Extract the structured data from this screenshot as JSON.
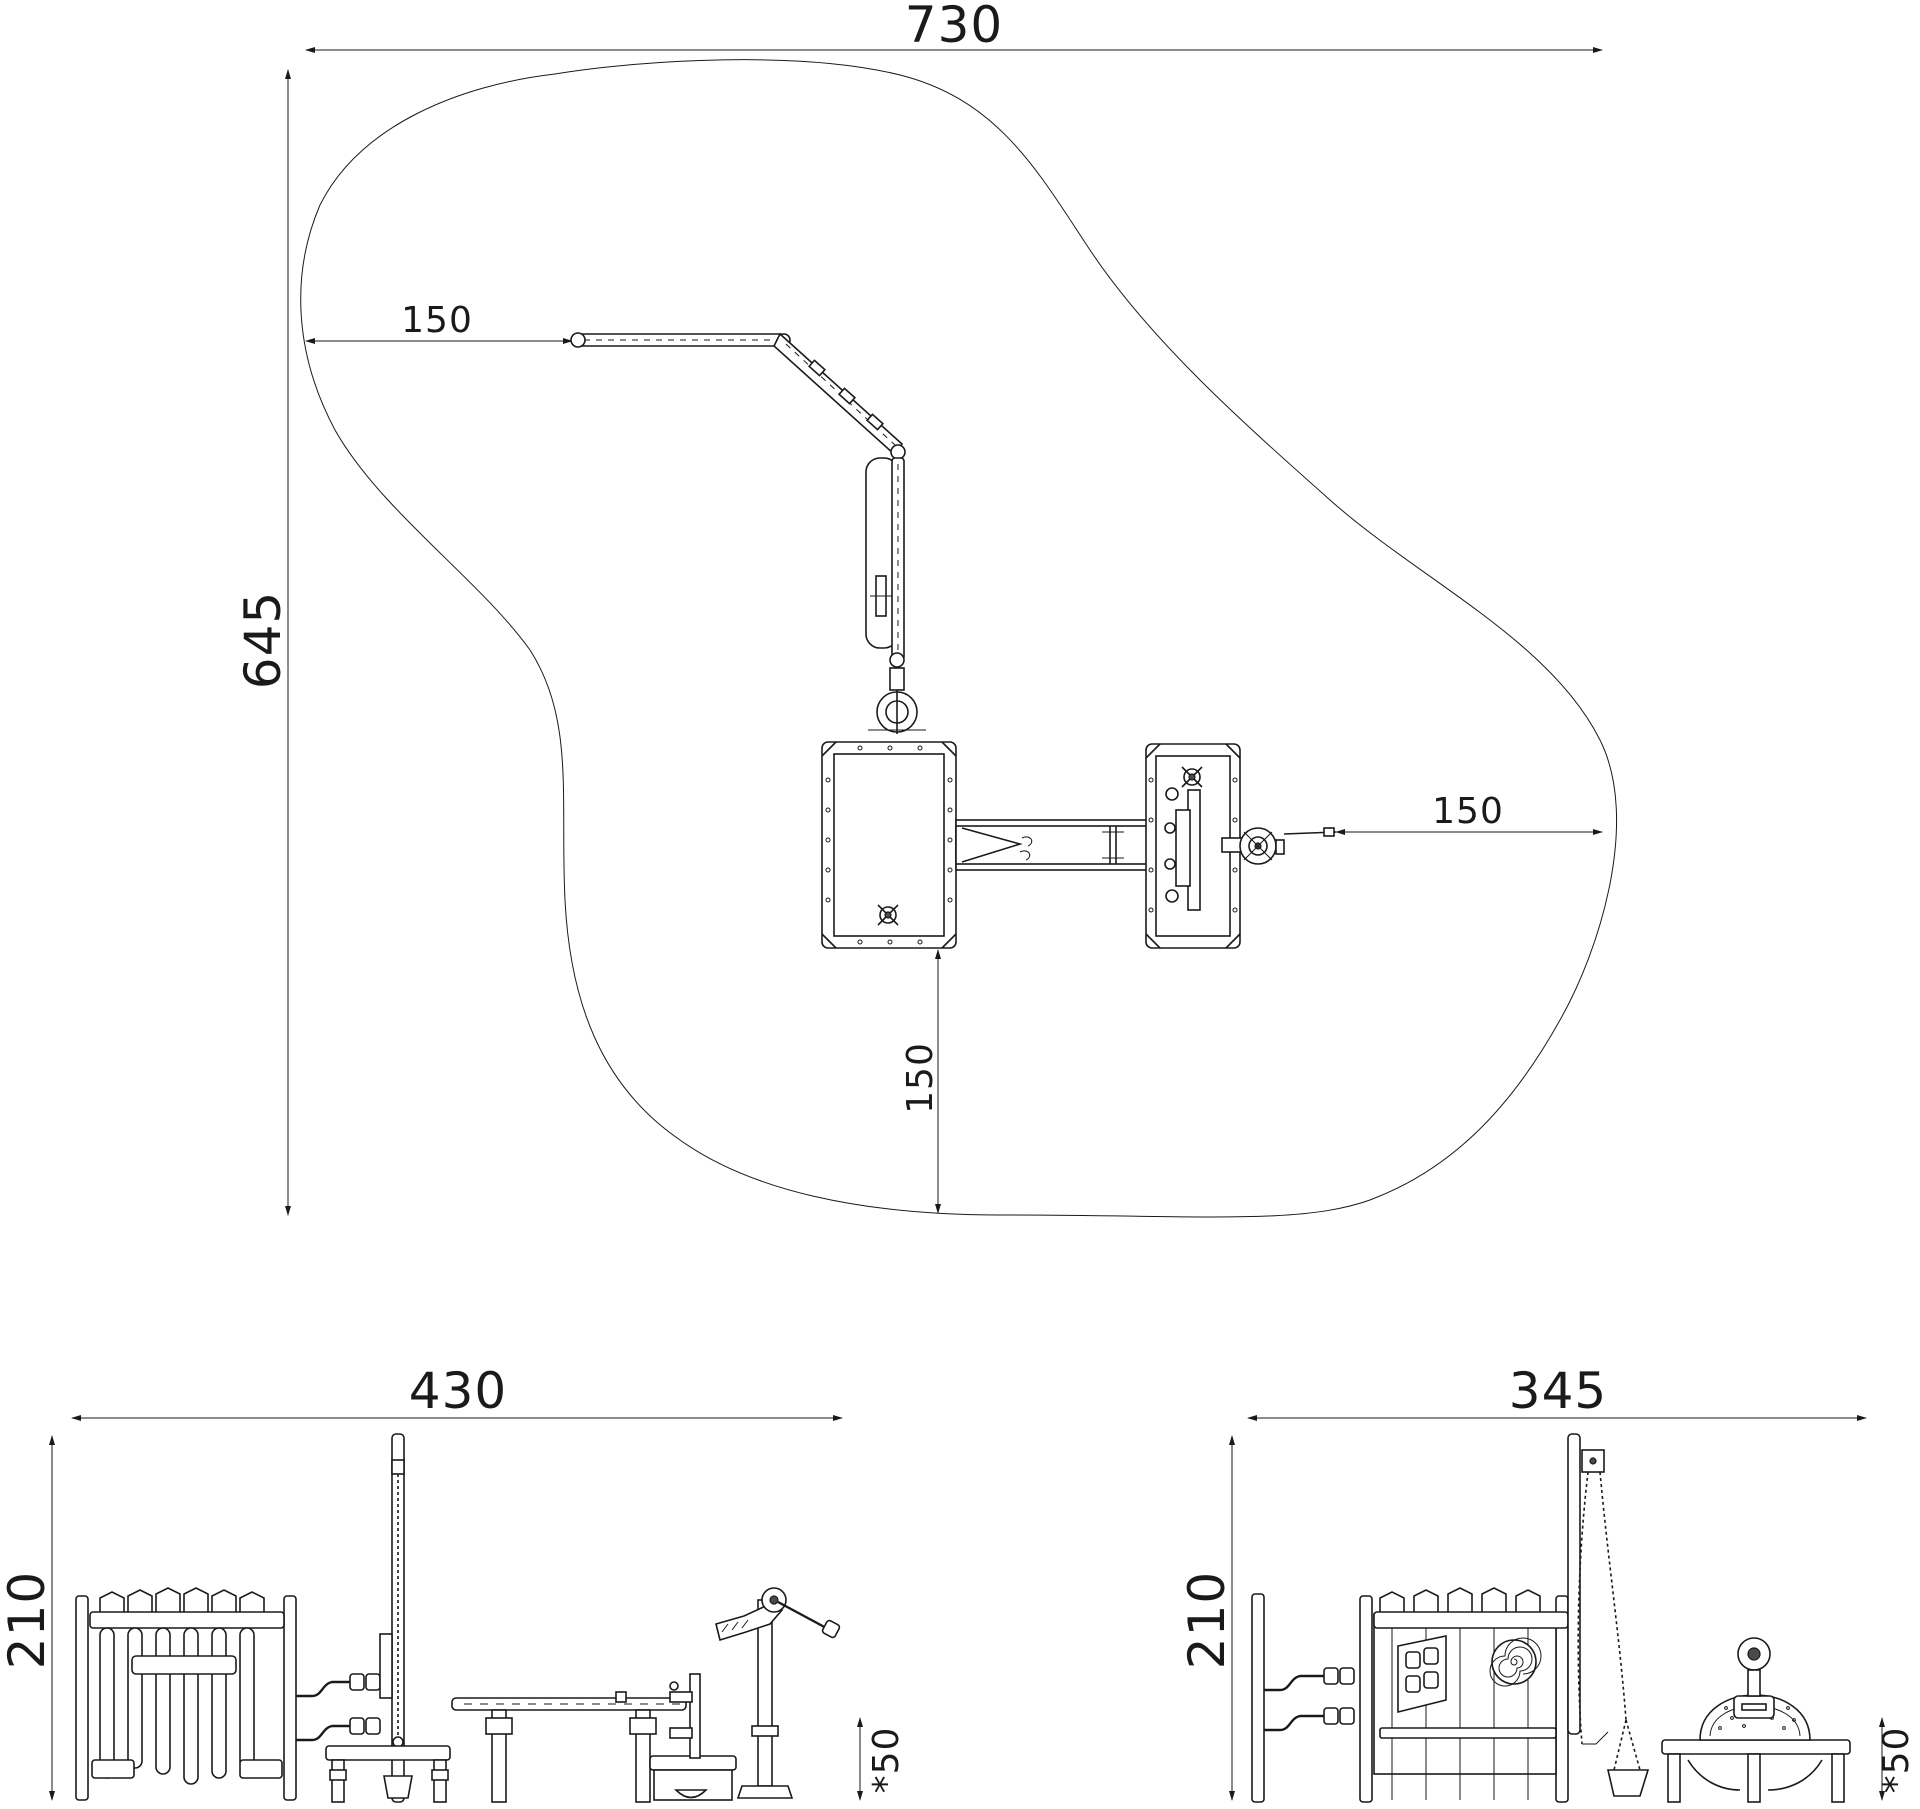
{
  "plan_view": {
    "dim_total_width": "730",
    "dim_total_height": "645",
    "dim_left_clearance": "150",
    "dim_right_clearance": "150",
    "dim_bottom_clearance": "150"
  },
  "front_elevation": {
    "dim_width": "430",
    "dim_height": "210",
    "dim_footing": "*50"
  },
  "side_elevation": {
    "dim_width": "345",
    "dim_height": "210",
    "dim_footing": "*50"
  }
}
